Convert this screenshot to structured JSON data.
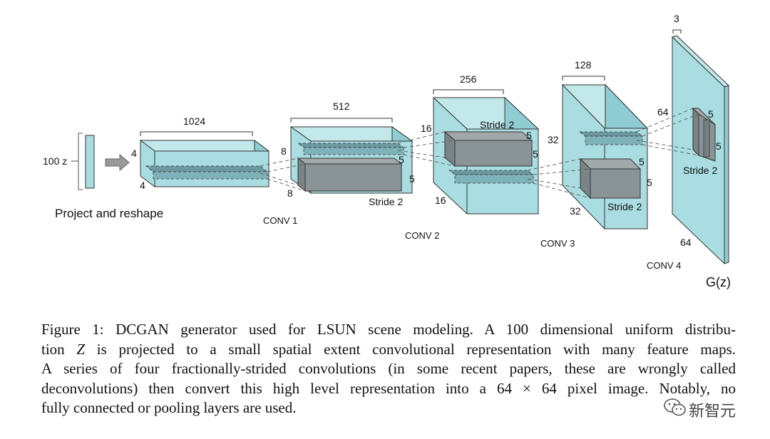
{
  "diagram": {
    "input": {
      "label": "100 z",
      "caption": "Project and reshape"
    },
    "project": {
      "channels": "1024",
      "height": "4",
      "width": "4"
    },
    "conv1": {
      "label": "CONV 1",
      "channels": "512",
      "height": "8",
      "width": "8",
      "kernel_h": "5",
      "kernel_w": "5",
      "stride": "Stride 2"
    },
    "conv2": {
      "label": "CONV 2",
      "channels": "256",
      "height": "16",
      "width": "16",
      "kernel_h": "5",
      "kernel_w": "5",
      "stride": "Stride 2"
    },
    "conv3": {
      "label": "CONV 3",
      "channels": "128",
      "height": "32",
      "width": "32",
      "kernel_h": "5",
      "kernel_w": "5",
      "stride": "Stride 2"
    },
    "conv4": {
      "label": "CONV 4",
      "channels": "3",
      "height": "64",
      "width": "64",
      "kernel_h": "5",
      "kernel_w": "5",
      "stride": "Stride 2"
    },
    "output": {
      "label": "G(z)"
    },
    "colors": {
      "box_fill": "#a9dde1",
      "box_side": "#8fcdd3",
      "box_top": "#c3e8ea",
      "kernel_fill": "#8a9496",
      "edge": "#333333"
    }
  },
  "caption": {
    "lines": [
      "Figure 1: DCGAN generator used for LSUN scene modeling. A 100 dimensional uniform distribu-",
      "tion ",
      "A series of four fractionally-strided convolutions (in some recent papers, these are wrongly called",
      "deconvolutions) then convert this high level representation into a 64 × 64 pixel image. Notably, no",
      "fully connected or pooling layers are used."
    ],
    "line2_var": "Z",
    "line2_rest": " is projected to a small spatial extent convolutional representation with many feature maps."
  },
  "watermark": {
    "text": "新智元",
    "icon": "wechat-icon"
  }
}
